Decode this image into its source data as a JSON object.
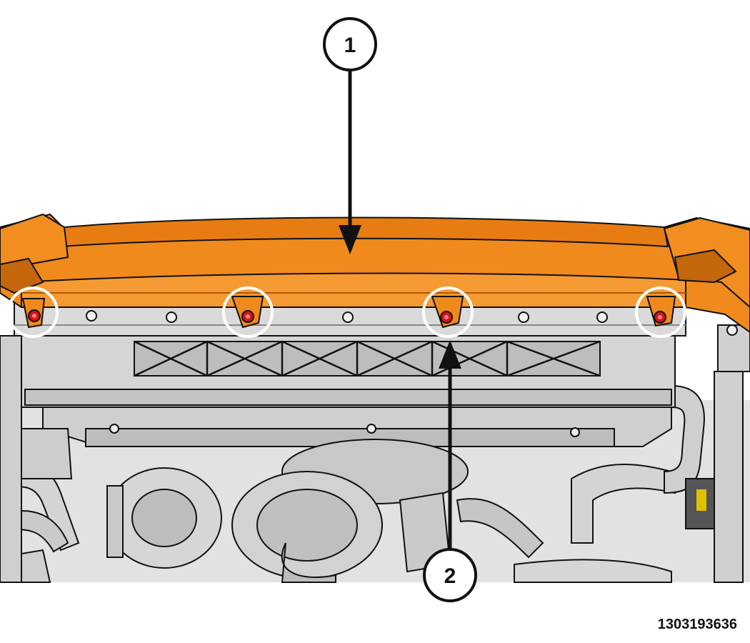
{
  "callouts": {
    "one": {
      "label": "1"
    },
    "two": {
      "label": "2"
    }
  },
  "figure_number": "1303193636",
  "colors": {
    "panel_orange": "#f08a1c",
    "panel_orange_dark": "#c4660b",
    "fastener_red": "#d4161a",
    "highlight_circle": "#ffffff",
    "line": "#111111",
    "engine_gray": "#d8d8d8"
  }
}
